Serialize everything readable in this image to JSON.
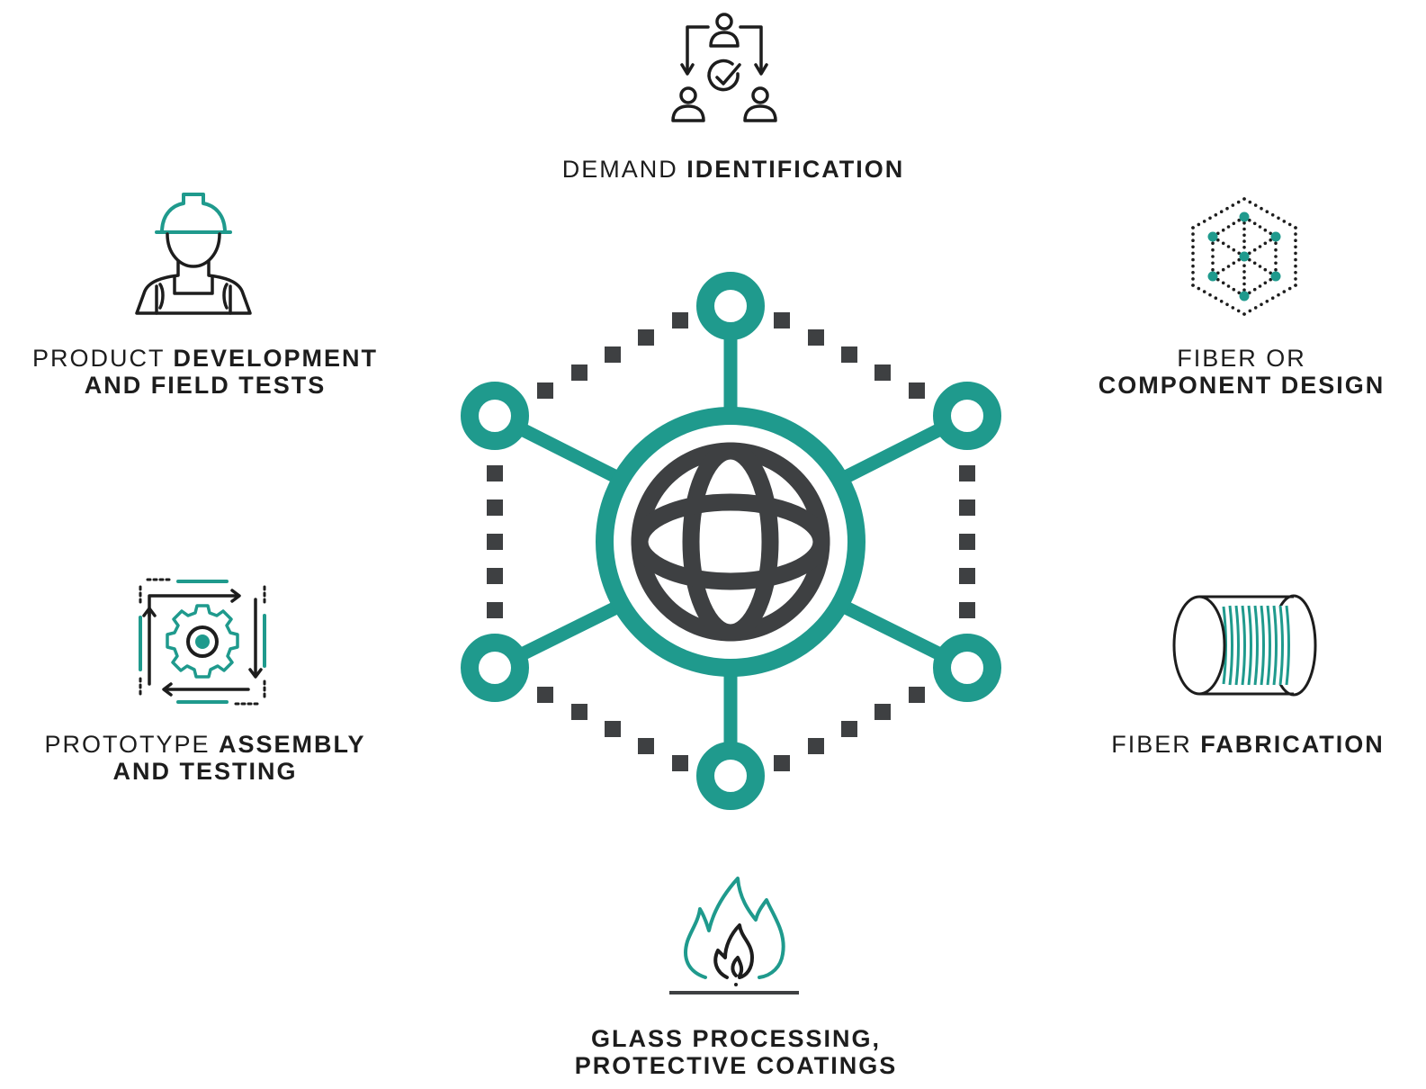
{
  "colors": {
    "teal": "#1f9a8d",
    "dark": "#3e4042",
    "ink": "#1d1d1d",
    "background": "#ffffff"
  },
  "hub": {
    "center_icon": "globe-icon",
    "node_icon": "ring-node-icon"
  },
  "stages": [
    {
      "id": "demand",
      "icon": "team-approval-icon",
      "line1_light": "DEMAND",
      "line1_bold": "IDENTIFICATION",
      "line2_bold": ""
    },
    {
      "id": "design",
      "icon": "molecular-hexagon-icon",
      "line1_light": "FIBER OR",
      "line1_bold": "",
      "line2_bold": "COMPONENT DESIGN"
    },
    {
      "id": "fabrication",
      "icon": "fiber-spool-icon",
      "line1_light": "FIBER",
      "line1_bold": "FABRICATION",
      "line2_bold": ""
    },
    {
      "id": "glass",
      "icon": "flame-icon",
      "line1_light": "",
      "line1_bold": "GLASS PROCESSING,",
      "line2_bold": "PROTECTIVE COATINGS"
    },
    {
      "id": "prototype",
      "icon": "gear-cycle-icon",
      "line1_light": "PROTOTYPE",
      "line1_bold": "ASSEMBLY",
      "line2_bold": "AND TESTING"
    },
    {
      "id": "product",
      "icon": "engineer-hardhat-icon",
      "line1_light": "PRODUCT",
      "line1_bold": "DEVELOPMENT",
      "line2_bold": "AND FIELD TESTS"
    }
  ]
}
